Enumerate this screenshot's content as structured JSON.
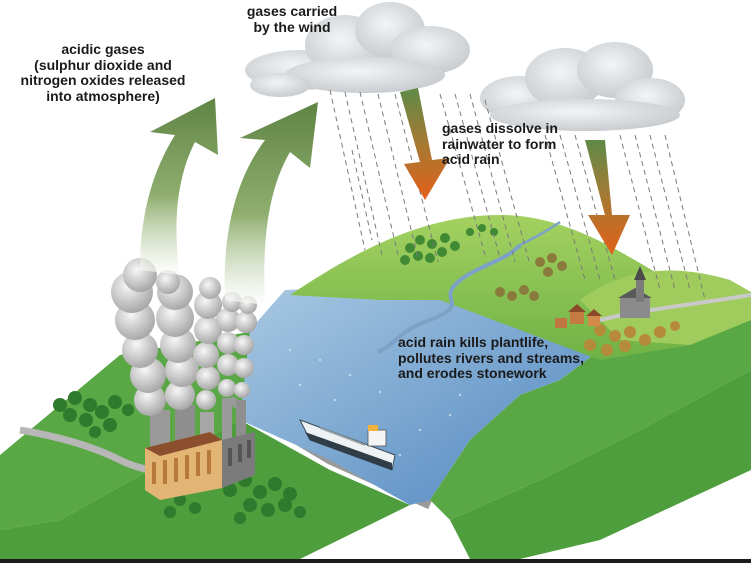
{
  "labels": {
    "acidic_gases": "acidic gases\n(sulphur dioxide and\nnitrogen oxides released\ninto atmosphere)",
    "gases_carried": "gases carried\nby the wind",
    "gases_dissolve": "gases dissolve in\nrainwater to form\nacid rain",
    "acid_rain_kills": "acid rain kills plantlife,\npollutes rivers and streams,\nand erodes stonework"
  },
  "colors": {
    "grass": "#5fae45",
    "hill": "#8cc64f",
    "water": "#6fa3cf",
    "smoke": "#c8c8c8",
    "cloud": "#dfe3e6",
    "arrow_green": "#6f8f4f",
    "arrow_orange": "#e0601a"
  },
  "icons": [
    "factory-icon",
    "smoke-plume-icon",
    "ship-icon",
    "church-icon",
    "tree-icon",
    "cloud-icon",
    "rain-icon"
  ]
}
